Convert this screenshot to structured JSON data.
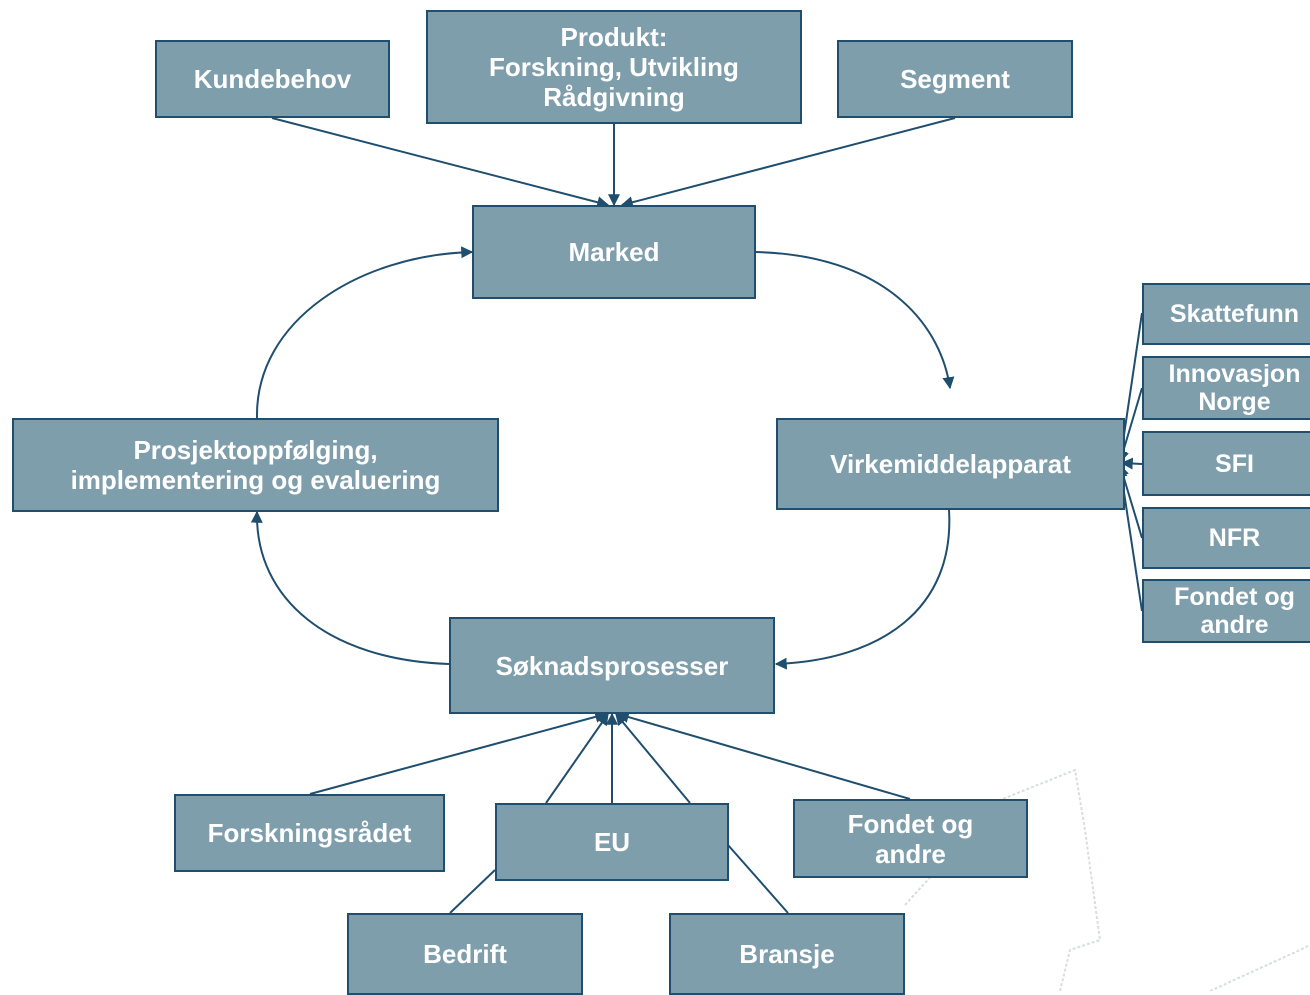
{
  "colors": {
    "box_fill": "#7f9eac",
    "box_border": "#1f4e6e",
    "text": "#ffffff",
    "connector": "#1f4e6e"
  },
  "top_inputs": {
    "kundebehov": "Kundebehov",
    "produkt": [
      "Produkt:",
      "Forskning, Utvikling",
      "Rådgivning"
    ],
    "segment": "Segment"
  },
  "cycle": {
    "marked": "Marked",
    "virkemiddelapparat": "Virkemiddelapparat",
    "soknadsprosesser": "Søknadsprosesser",
    "prosjektoppfolging": [
      "Prosjektoppfølging,",
      "implementering og evaluering"
    ]
  },
  "instruments": {
    "skattefunn": "Skattefunn",
    "innovasjon_norge": [
      "Innovasjon",
      "Norge"
    ],
    "sfi": "SFI",
    "nfr": "NFR",
    "fondet": [
      "Fondet og",
      "andre"
    ]
  },
  "funding_sources": {
    "forskningsradet": "Forskningsrådet",
    "eu": "EU",
    "fondet": [
      "Fondet og",
      "andre"
    ],
    "bedrift": "Bedrift",
    "bransje": "Bransje"
  }
}
